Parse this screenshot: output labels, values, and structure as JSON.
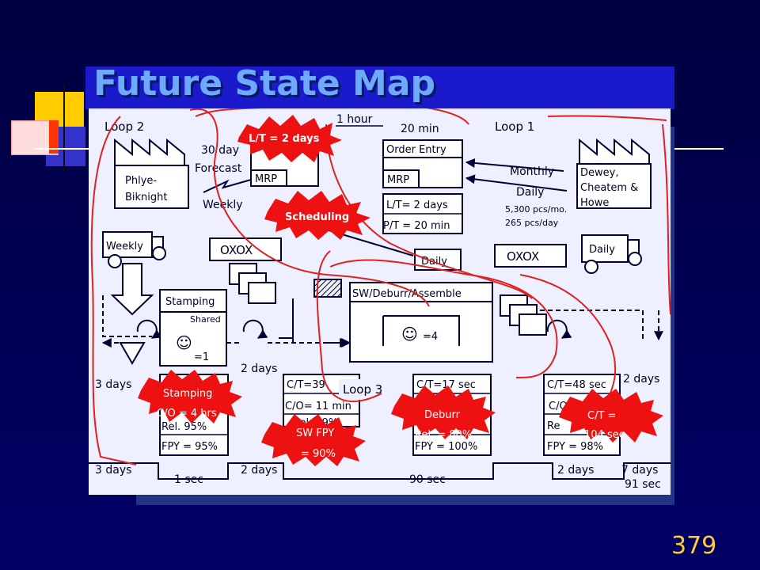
{
  "slide": {
    "title": "Future State Map",
    "page_number": "379"
  },
  "loops": {
    "loop1": "Loop 1",
    "loop2": "Loop 2",
    "loop3": "Loop 3"
  },
  "control": {
    "mrp_left": "MRP",
    "mrp_right": "MRP",
    "order_entry": "Order Entry",
    "lt": "L/T= 2 days",
    "pt": "P/T = 20 min",
    "time_1hour": "1 hour",
    "time_20min": "20 min",
    "daily_box": "Daily"
  },
  "supplier": {
    "name_line1": "Phlye-",
    "name_line2": "Biknight",
    "forecast1": "30 day",
    "forecast2": "Forecast",
    "weekly_label": "Weekly",
    "truck": "Weekly"
  },
  "customer": {
    "name_line1": "Dewey,",
    "name_line2": "Cheatem &",
    "name_line3": "Howe",
    "monthly": "Monthly",
    "daily": "Daily",
    "demand1": "5,300 pcs/mo.",
    "demand2": "265 pcs/day",
    "truck": "Daily"
  },
  "oxox": {
    "left": "OXOX",
    "right": "OXOX"
  },
  "stamping": {
    "title": "Stamping",
    "shared": "Shared",
    "operators": "=1",
    "fpy": "FPY = 95%",
    "rel": "Rel. 95%"
  },
  "sw": {
    "title": "SW/Deburr/Assemble",
    "operators": "=4"
  },
  "boxes": {
    "ct39": "C/T=39",
    "co11": "C/O= 11 min",
    "rel_sw": "Rel. 99%",
    "ct17": "C/T=17 sec",
    "fpy_deb": "FPY = 100%",
    "ct48": "C/T=48 sec",
    "co_asm": "C/O",
    "rel_asm": "Re",
    "fpy_asm": "FPY = 98%"
  },
  "inventory": {
    "inv1": "3 days",
    "inv2": "2 days",
    "inv3": "2 days"
  },
  "timeline": {
    "t1": "3 days",
    "t2": "1 sec",
    "t3": "2 days",
    "t4": "90 sec",
    "t5": "2 days",
    "t6": "7 days",
    "t7": "91 sec"
  },
  "kaizen": {
    "lt": "L/T = 2 days",
    "scheduling": "Scheduling",
    "stamping1": "Stamping",
    "stamping2": "C/O = 4 hrs",
    "swfpy1": "SW FPY",
    "swfpy2": "= 90%",
    "deburr1": "Deburr",
    "deburr2": "Rel. = 80%",
    "ct1": "C/T =",
    "ct2": "104 sec"
  }
}
